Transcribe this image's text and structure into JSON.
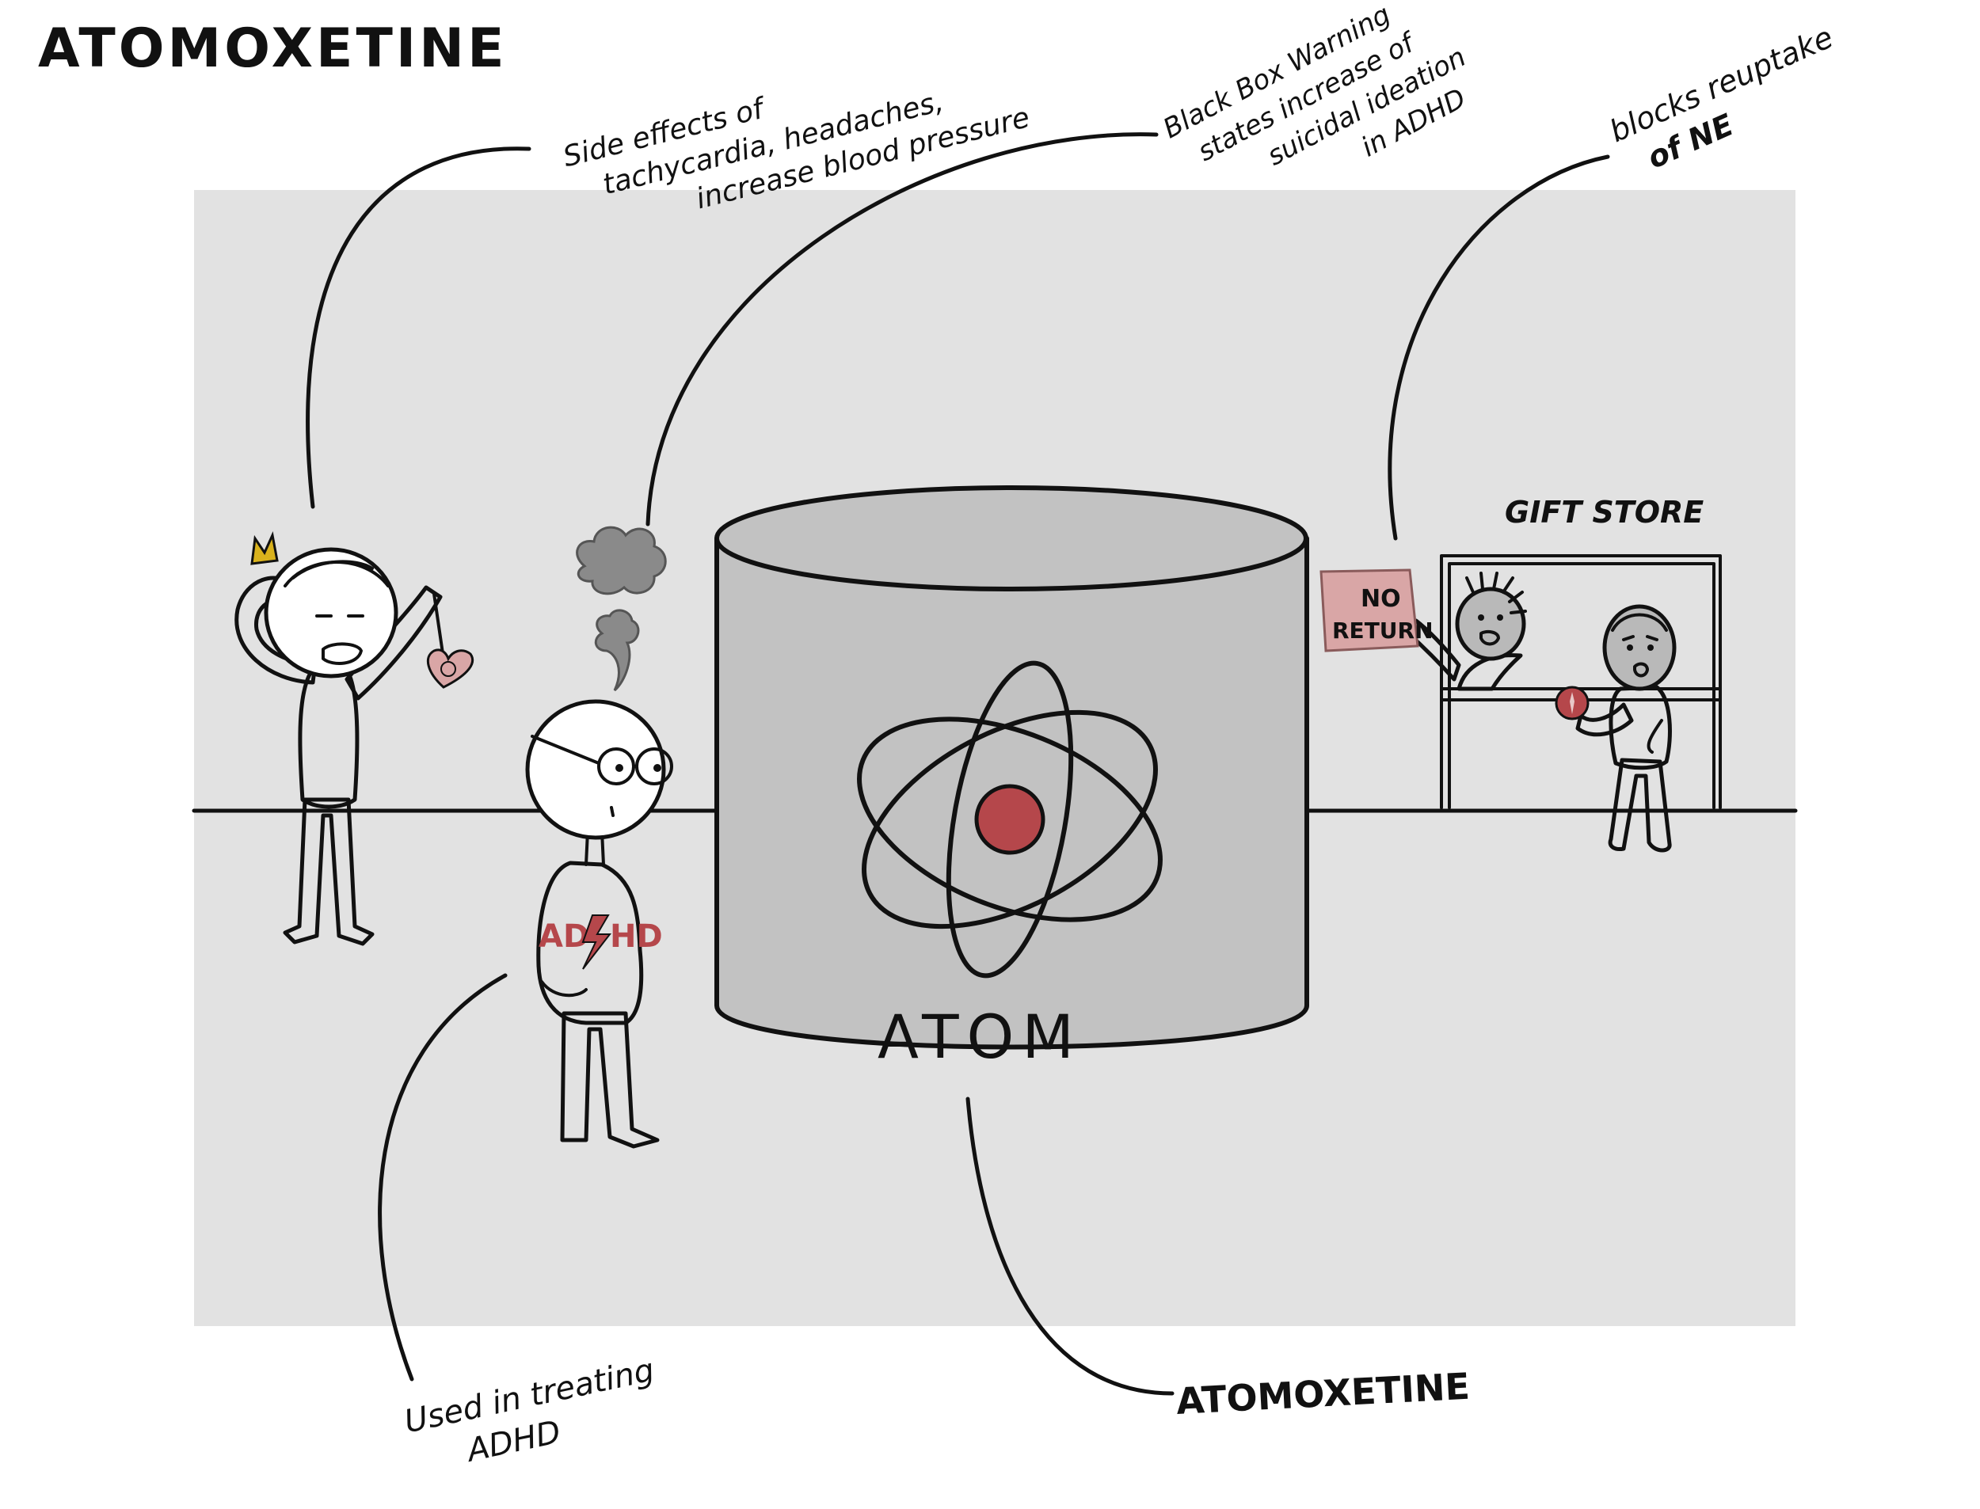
{
  "title": "ATOMOXETINE",
  "labels": {
    "side_effects": [
      "Side effects of",
      "tachycardia, headaches,",
      "increase blood pressure"
    ],
    "black_box": [
      "Black Box Warning",
      "states increase of",
      "suicidal ideation",
      "in ADHD"
    ],
    "mechanism": [
      "blocks reuptake",
      "of NE"
    ],
    "usage": [
      "Used in treating",
      "ADHD"
    ],
    "drug_name": "ATOMOXETINE"
  },
  "scene": {
    "tank_label": "ATOM",
    "shirt_text_left": "AD",
    "shirt_text_right": "HD",
    "gift_store_label": "GIFT STORE",
    "sign_line1": "NO",
    "sign_line2": "RETURN"
  },
  "colors": {
    "panel": "#e2e2e2",
    "figure_gray": "#b9b9b9",
    "tank_gray": "#c2c2c2",
    "accent_red": "#b5474b",
    "sign_pink": "#d9a6a6",
    "crown_yellow": "#d9b21c"
  }
}
